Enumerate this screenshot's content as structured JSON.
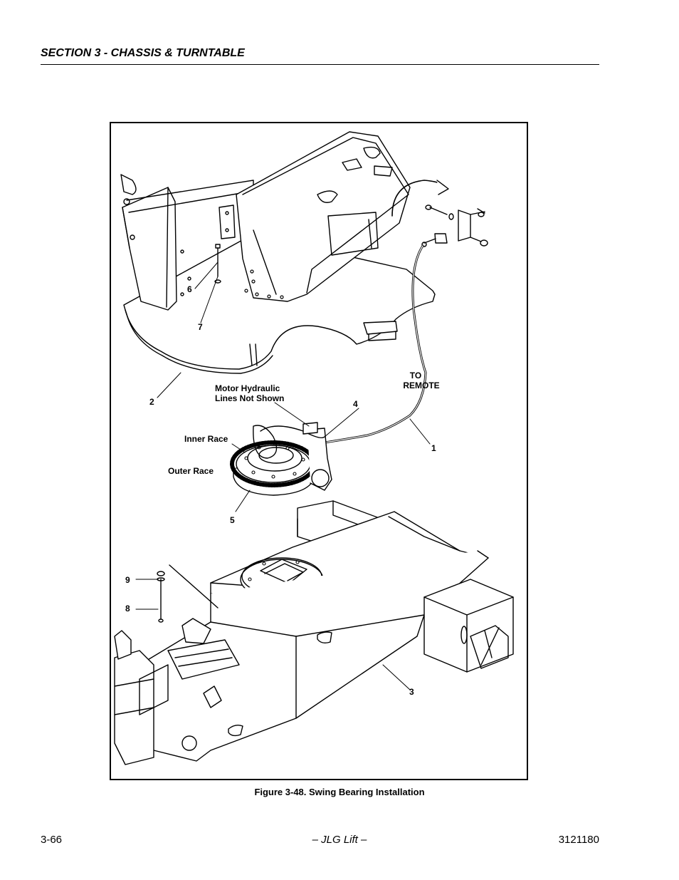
{
  "header": {
    "section_title": "SECTION 3 - CHASSIS & TURNTABLE"
  },
  "figure": {
    "caption": "Figure 3-48.  Swing Bearing Installation",
    "labels": {
      "to": "TO",
      "remote": "REMOTE",
      "motor_line1": "Motor Hydraulic",
      "motor_line2": "Lines Not Shown",
      "inner_race": "Inner Race",
      "outer_race": "Outer Race",
      "n1": "1",
      "n2": "2",
      "n3": "3",
      "n4": "4",
      "n5": "5",
      "n6": "6",
      "n7": "7",
      "n8": "8",
      "n9": "9"
    }
  },
  "footer": {
    "page_number": "3-66",
    "publisher": "– JLG Lift –",
    "doc_number": "3121180"
  }
}
